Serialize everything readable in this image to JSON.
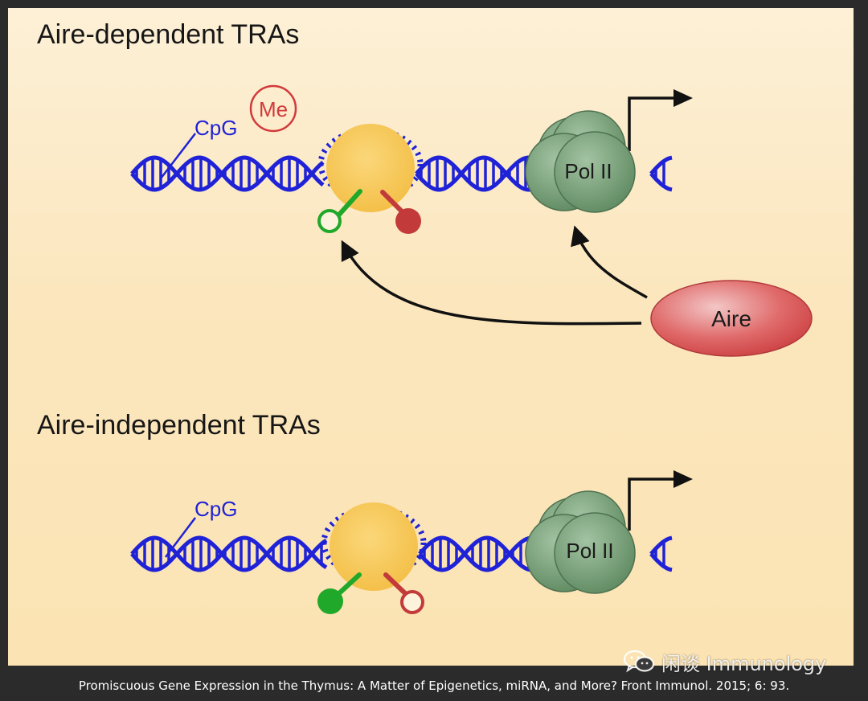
{
  "diagram": {
    "top_panel": {
      "title": "Aire-dependent TRAs",
      "cpg_label": "CpG",
      "methyl_label": "Me",
      "pol_label": "Pol II",
      "regulator_label": "Aire"
    },
    "bottom_panel": {
      "title": "Aire-independent TRAs",
      "cpg_label": "CpG",
      "pol_label": "Pol II"
    }
  },
  "watermark": {
    "text": "闲谈 Immunology",
    "icon": "wechat-icon"
  },
  "citation": "Promiscuous Gene Expression in the Thymus: A Matter of Epigenetics, miRNA, and More? Front Immunol. 2015; 6: 93.",
  "colors": {
    "dna": "#1f22d6",
    "nucleosome_fill": "#f7c95b",
    "pol_ii": "#7fa27f",
    "aire": "#d84a4c",
    "active_mark": "#20a82a",
    "repressive_mark": "#c23a3a"
  }
}
